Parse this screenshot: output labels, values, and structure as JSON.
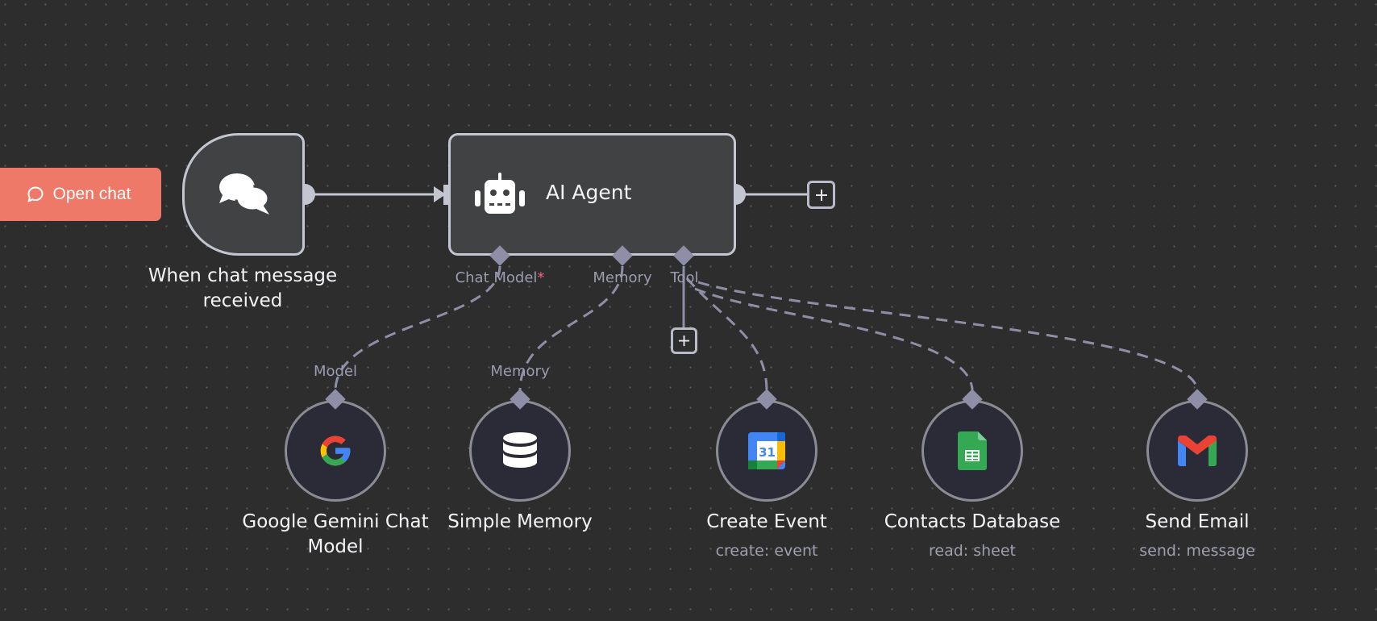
{
  "canvas": {
    "background": "#2d2d2e",
    "edge_color": "#c3c6d1",
    "sub_edge_color": "#8e8fa6"
  },
  "open_chat_button": {
    "label": "Open chat",
    "icon": "chat-bubble-icon",
    "color": "#ee7968"
  },
  "nodes": {
    "trigger": {
      "title_line1": "When chat message",
      "title_line2": "received",
      "icon": "chat-bubbles-icon"
    },
    "agent": {
      "title": "AI Agent",
      "icon": "robot-icon",
      "handles": {
        "chat_model": {
          "label": "Chat Model",
          "required_mark": "*"
        },
        "memory": {
          "label": "Memory"
        },
        "tool": {
          "label": "Tool"
        }
      }
    },
    "gemini": {
      "title_line1": "Google Gemini Chat",
      "title_line2": "Model",
      "handle_label": "Model",
      "icon": "google-g-icon"
    },
    "memory": {
      "title": "Simple Memory",
      "handle_label": "Memory",
      "icon": "database-icon"
    },
    "create_event": {
      "title": "Create Event",
      "subtitle": "create: event",
      "icon": "google-calendar-icon"
    },
    "contacts": {
      "title": "Contacts Database",
      "subtitle": "read: sheet",
      "icon": "google-sheets-icon"
    },
    "send_email": {
      "title": "Send Email",
      "subtitle": "send: message",
      "icon": "gmail-icon"
    }
  },
  "add_buttons": {
    "agent_output": "+",
    "tool": "+"
  }
}
